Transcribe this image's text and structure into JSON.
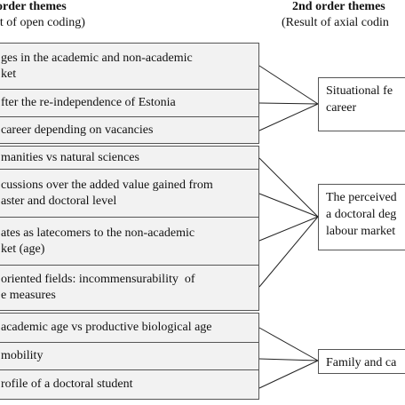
{
  "left_header": {
    "title": "order themes",
    "subtitle": "lt of open coding)"
  },
  "right_header": {
    "title": "2nd order themes",
    "subtitle": "(Result of axial codin"
  },
  "first_order_themes": [
    "ges in the academic and non-academic\nket",
    "fter the re-independence of Estonia",
    "career depending on vacancies",
    "manities vs natural sciences",
    "cussions over the added value gained from\naster and doctoral level",
    "ates as latecomers to the non-academic\nket (age)",
    "oriented fields: incommensurability  of\ne measures",
    "academic age vs productive biological age",
    "mobility",
    "rofile of a doctoral student"
  ],
  "second_order_themes": [
    "Situational fe\ncareer",
    "The perceived\na doctoral deg\nlabour market",
    "Family and ca"
  ]
}
